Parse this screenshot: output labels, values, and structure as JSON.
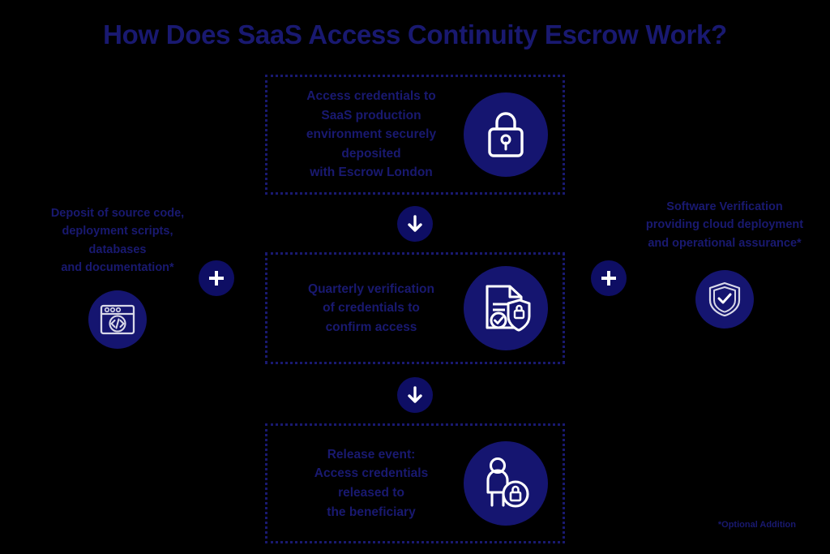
{
  "title": "How Does SaaS Access Continuity Escrow Work?",
  "colors": {
    "background": "#000000",
    "text_navy": "#191970",
    "circle_navy": "#151570",
    "icon_white": "#ffffff",
    "border_navy": "#191970"
  },
  "stages": [
    {
      "id": "stage-1",
      "text": "Access credentials to\nSaaS production\nenvironment securely\ndeposited\nwith Escrow London",
      "icon": "padlock-icon"
    },
    {
      "id": "stage-2",
      "text": "Quarterly verification\nof credentials to\nconfirm access",
      "icon": "document-shield-lock-icon"
    },
    {
      "id": "stage-3",
      "text": "Release event:\nAccess credentials\nreleased to\nthe beneficiary",
      "icon": "person-lock-icon"
    }
  ],
  "connectors": {
    "arrow_1": "down-arrow-icon",
    "arrow_2": "down-arrow-icon",
    "plus_left": "plus-icon",
    "plus_right": "plus-icon"
  },
  "side_left": {
    "text": "Deposit of source code,\ndeployment scripts,\ndatabases\nand documentation*",
    "icon": "code-window-icon"
  },
  "side_right": {
    "text": "Software Verification\nproviding cloud deployment\nand operational assurance*",
    "icon": "shield-check-icon"
  },
  "footnote": "*Optional Addition"
}
